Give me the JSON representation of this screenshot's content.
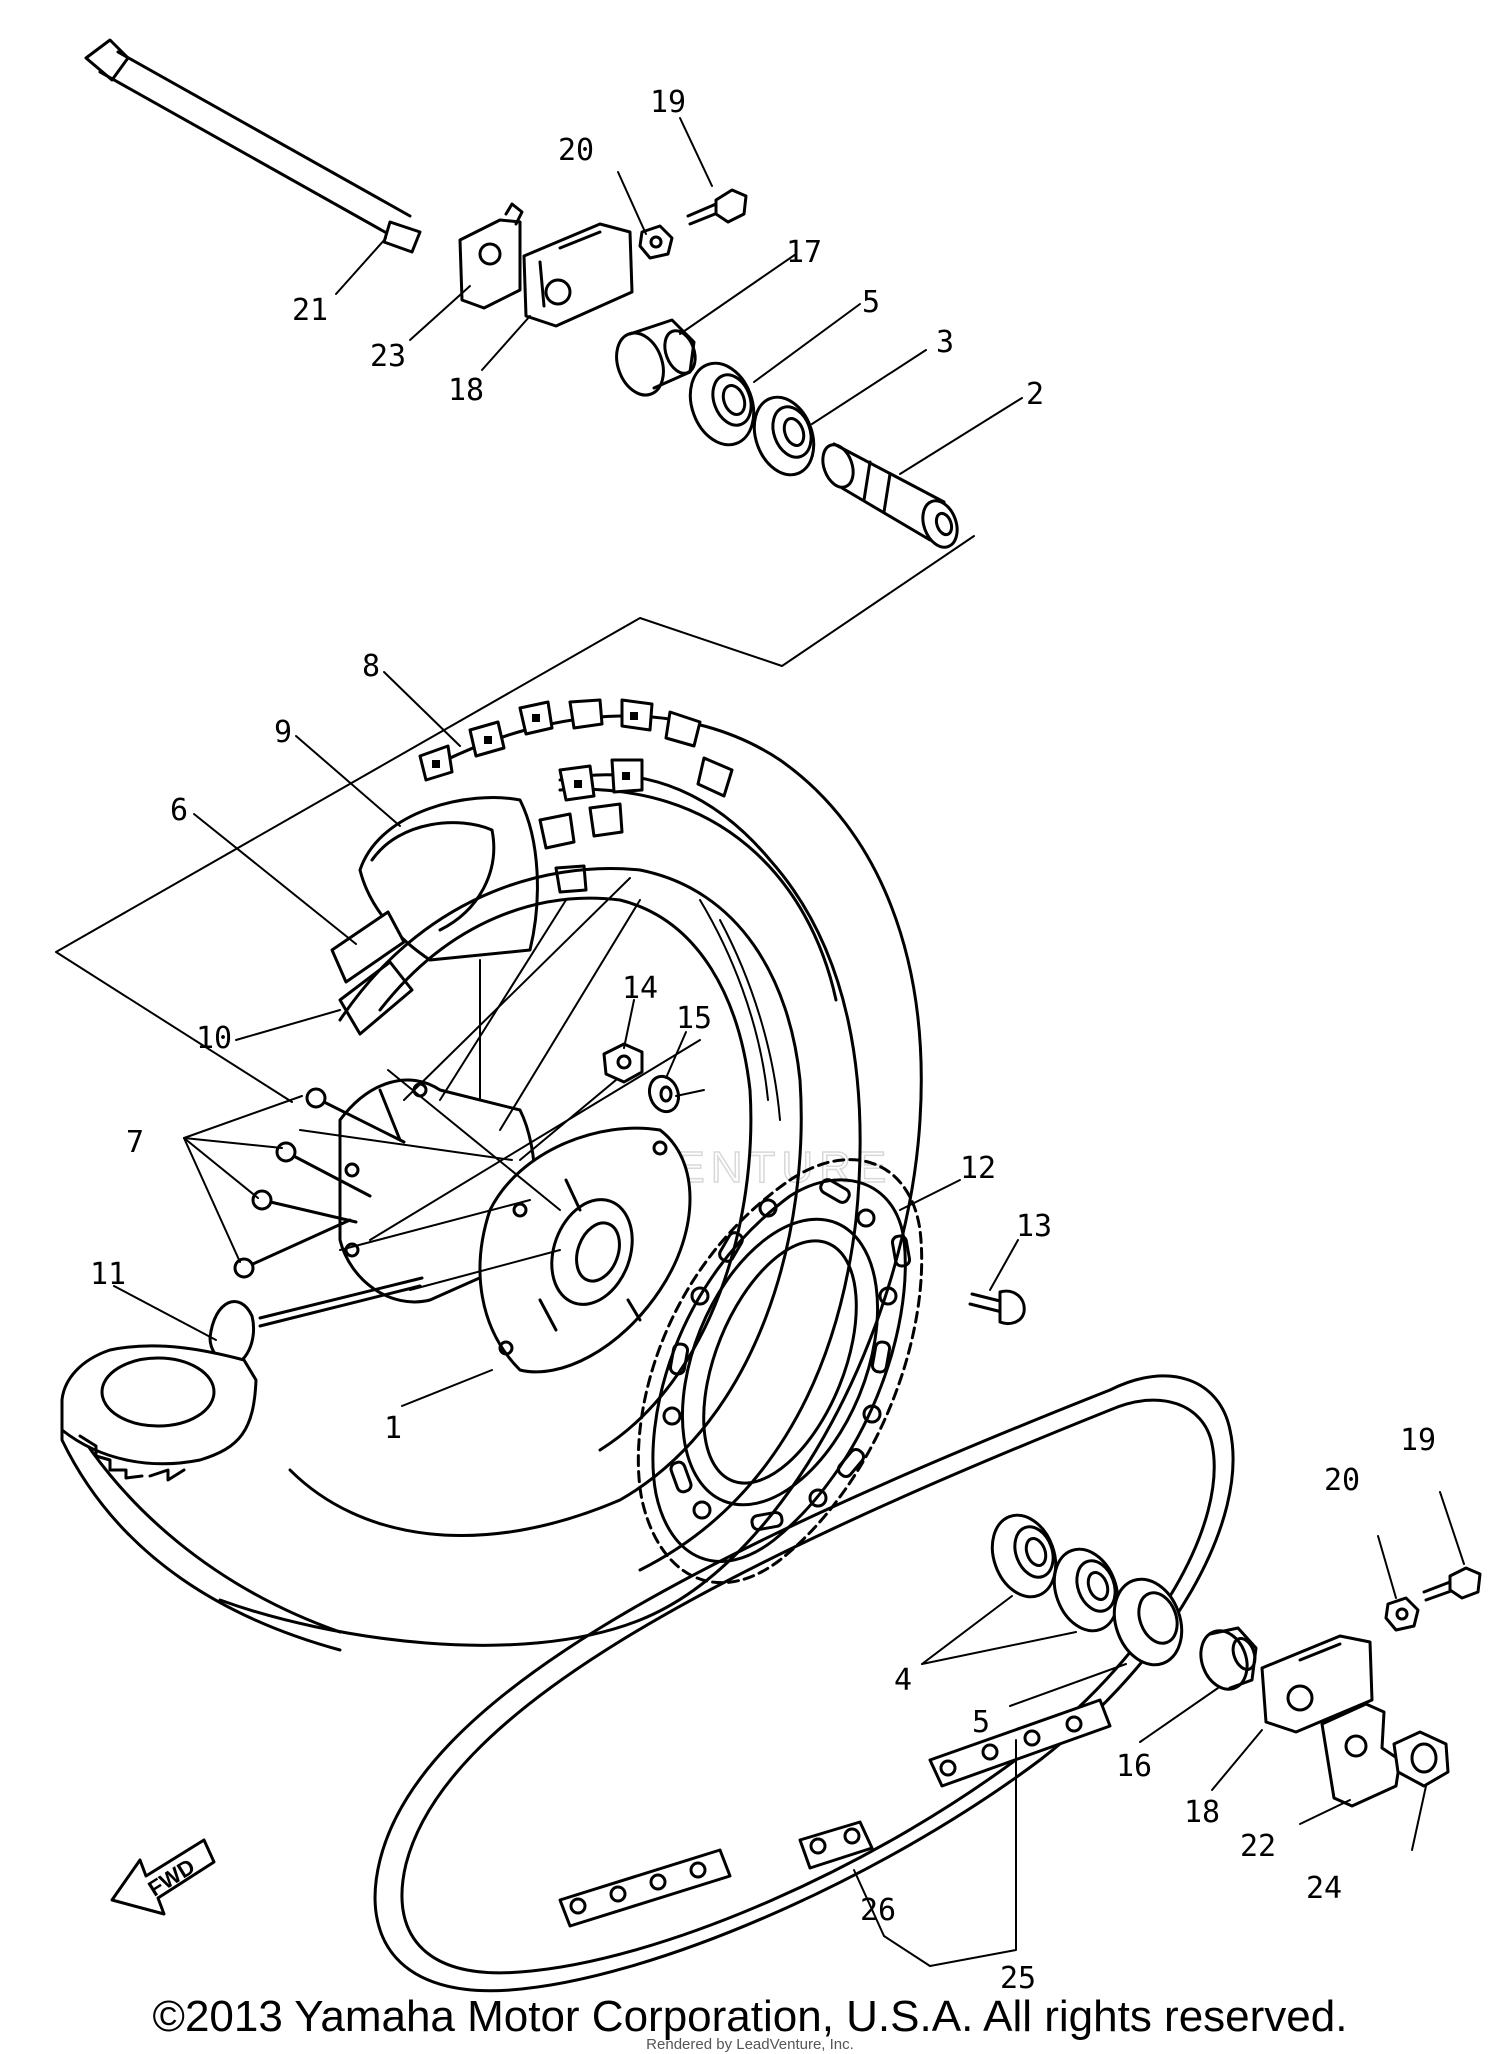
{
  "callouts": {
    "c1": "1",
    "c2": "2",
    "c3": "3",
    "c4": "4",
    "c5a": "5",
    "c5b": "5",
    "c6": "6",
    "c7": "7",
    "c8": "8",
    "c9": "9",
    "c10": "10",
    "c11": "11",
    "c12": "12",
    "c13": "13",
    "c14": "14",
    "c15": "15",
    "c16": "16",
    "c17": "17",
    "c18a": "18",
    "c18b": "18",
    "c19a": "19",
    "c19b": "19",
    "c20a": "20",
    "c20b": "20",
    "c21": "21",
    "c22": "22",
    "c23": "23",
    "c24": "24",
    "c25": "25",
    "c26": "26"
  },
  "fwd_label": "FWD",
  "watermark": "VENTURE",
  "copyright": "©2013 Yamaha Motor Corporation, U.S.A. All rights reserved.",
  "rendered_by": "Rendered by LeadVenture, Inc."
}
